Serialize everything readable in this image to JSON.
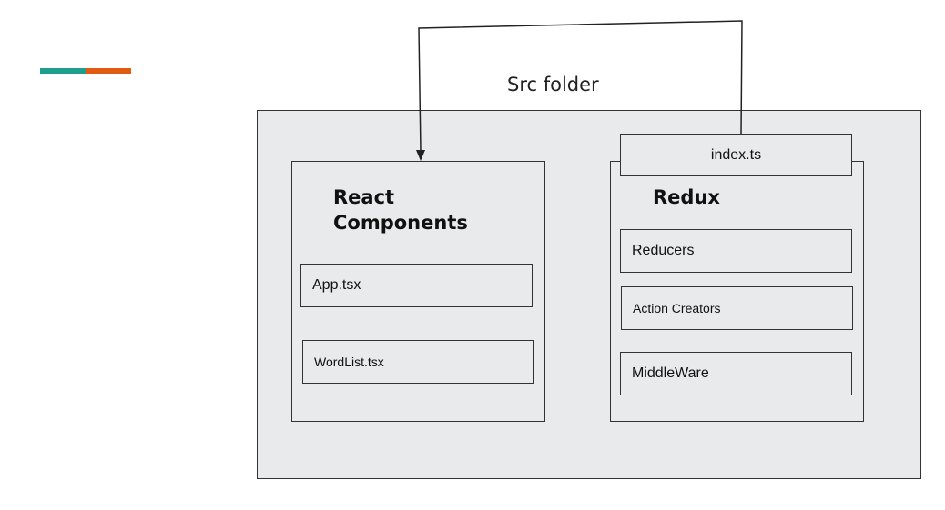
{
  "accent_colors": {
    "left": "#1f9e8f",
    "right": "#e35a14"
  },
  "diagram": {
    "title": "Src folder",
    "react_group": {
      "heading_line1": "React",
      "heading_line2": "Components",
      "files": [
        "App.tsx",
        "WordList.tsx"
      ]
    },
    "redux_group": {
      "heading": "Redux",
      "entry_file": "index.ts",
      "files": [
        "Reducers",
        "Action Creators",
        "MiddleWare"
      ]
    },
    "connector": {
      "from": "index.ts",
      "to": "React Components",
      "arrowhead": "to"
    }
  }
}
